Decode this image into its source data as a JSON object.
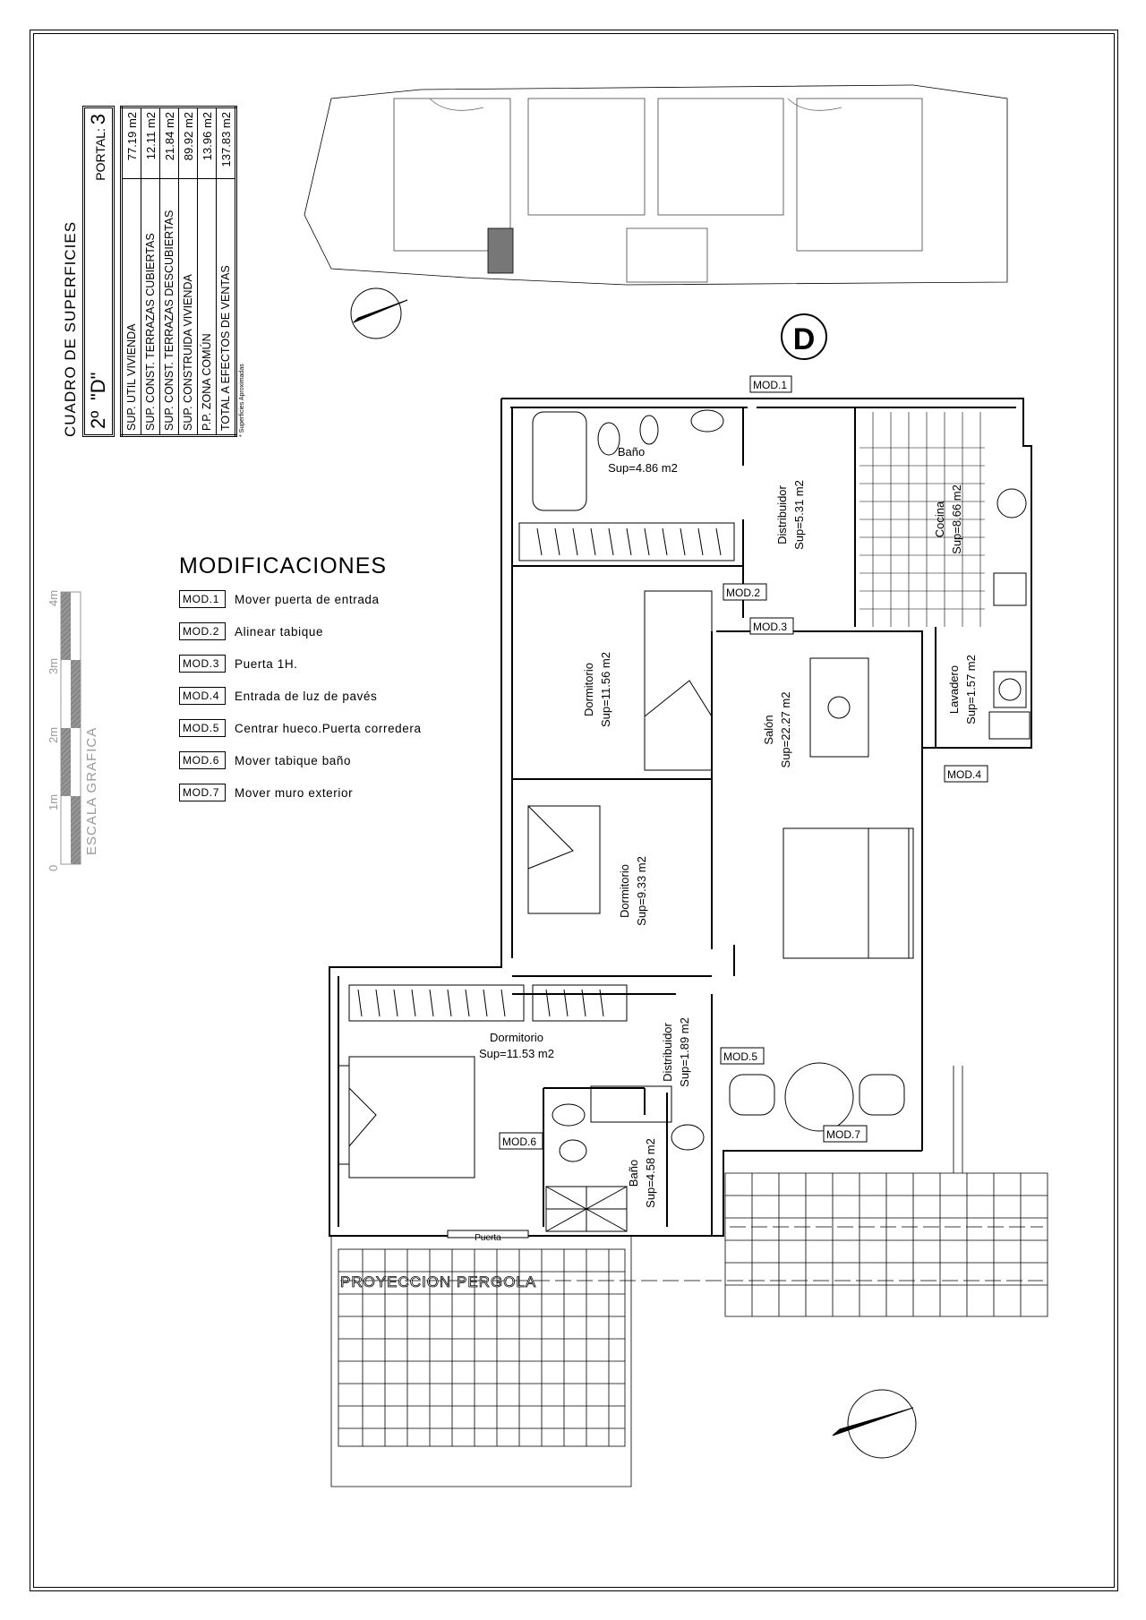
{
  "surfaces_table": {
    "title": "CUADRO DE SUPERFICIES",
    "floor": "2º",
    "unit": "\"D\"",
    "portal_label": "PORTAL:",
    "portal": "3",
    "rows": [
      {
        "label": "SUP. UTIL  VIVIENDA",
        "value": "77.19 m2"
      },
      {
        "label": "SUP. CONST. TERRAZAS CUBIERTAS",
        "value": "12.11 m2"
      },
      {
        "label": "SUP. CONST. TERRAZAS DESCUBIERTAS",
        "value": "21.84 m2"
      },
      {
        "label": "SUP. CONSTRUIDA VIVIENDA",
        "value": "89.92 m2"
      },
      {
        "label": "P.P. ZONA COMÚN",
        "value": "13.96 m2"
      },
      {
        "label": "TOTAL A EFECTOS DE VENTAS",
        "value": "137.83 m2"
      }
    ],
    "note": "* Superficies Aproximadas"
  },
  "modifications": {
    "title": "MODIFICACIONES",
    "items": [
      {
        "tag": "MOD.1",
        "text": "Mover puerta de entrada"
      },
      {
        "tag": "MOD.2",
        "text": "Alinear tabique"
      },
      {
        "tag": "MOD.3",
        "text": "Puerta 1H."
      },
      {
        "tag": "MOD.4",
        "text": "Entrada de luz de pavés"
      },
      {
        "tag": "MOD.5",
        "text": "Centrar  hueco.Puerta corredera"
      },
      {
        "tag": "MOD.6",
        "text": "Mover tabique baño"
      },
      {
        "tag": "MOD.7",
        "text": "Mover muro exterior"
      }
    ]
  },
  "scale": {
    "title": "ESCALA GRAFICA",
    "ticks": [
      "0",
      "1m",
      "2m",
      "3m",
      "4m"
    ]
  },
  "unit_marker": "D",
  "rooms": [
    {
      "name": "Baño",
      "area": "Sup=4.86  m2"
    },
    {
      "name": "Distribuidor",
      "area": "Sup=5.31 m2"
    },
    {
      "name": "Cocina",
      "area": "Sup=8.66  m2"
    },
    {
      "name": "Dormitorio",
      "area": "Sup=11.56  m2"
    },
    {
      "name": "Salón",
      "area": "Sup=22.27  m2"
    },
    {
      "name": "Lavadero",
      "area": "Sup=1.57  m2"
    },
    {
      "name": "Dormitorio",
      "area": "Sup=9.33  m2"
    },
    {
      "name": "Distribuidor",
      "area": "Sup=1.89  m2"
    },
    {
      "name": "Dormitorio",
      "area": "Sup=11.53  m2"
    },
    {
      "name": "Baño",
      "area": "Sup=4.58  m2"
    }
  ],
  "plan_labels": {
    "door": "Puerta",
    "pergola": "PROYECCION PERGOLA"
  }
}
